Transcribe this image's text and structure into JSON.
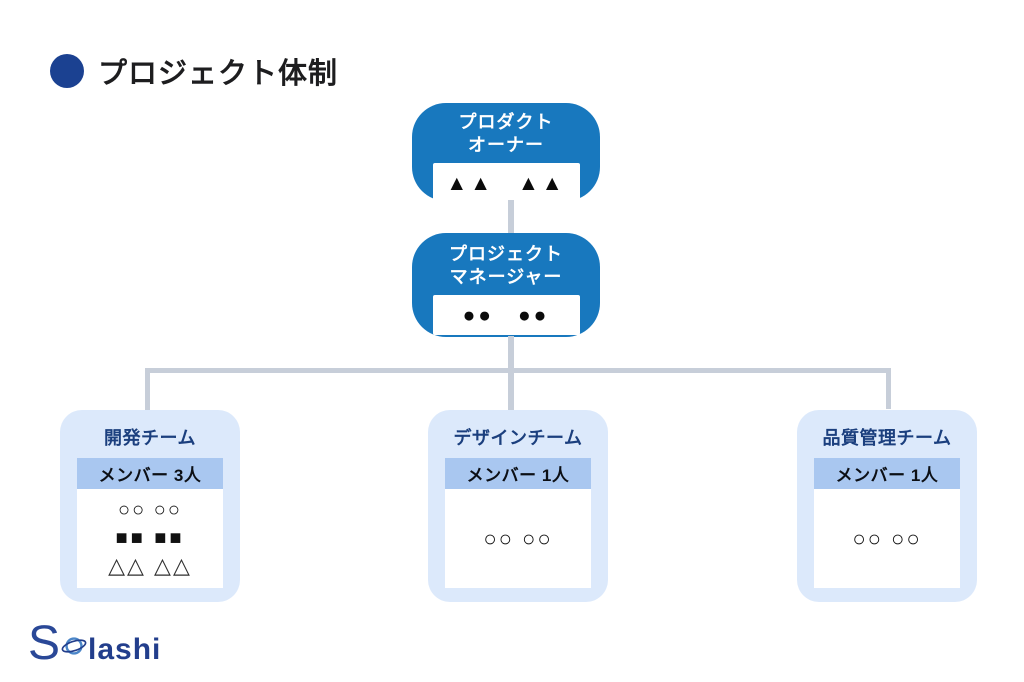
{
  "title": {
    "text": "プロジェクト体制"
  },
  "nodes": {
    "product_owner": {
      "line1": "プロダクト",
      "line2": "オーナー",
      "symbols": "▲▲　▲▲"
    },
    "project_manager": {
      "line1": "プロジェクト",
      "line2": "マネージャー",
      "symbols": "●●　●●"
    }
  },
  "teams": {
    "dev": {
      "name": "開発チーム",
      "members": "メンバー 3人",
      "row1": "○○ ○○",
      "row2": "■■ ■■",
      "row3": "△△ △△"
    },
    "design": {
      "name": "デザインチーム",
      "members": "メンバー 1人",
      "row1": "○○ ○○"
    },
    "qa": {
      "name": "品質管理チーム",
      "members": "メンバー 1人",
      "row1": "○○ ○○"
    }
  },
  "logo": {
    "first_letter": "S",
    "rest": "lashi"
  },
  "colors": {
    "node_blue": "#1878be",
    "card_blue": "#dce9fb",
    "band_blue": "#a9c7f0",
    "connector_gray": "#c7ced9",
    "bullet_navy": "#1b4191",
    "team_title_navy": "#1b3f7e",
    "logo_navy": "#223e8c"
  }
}
